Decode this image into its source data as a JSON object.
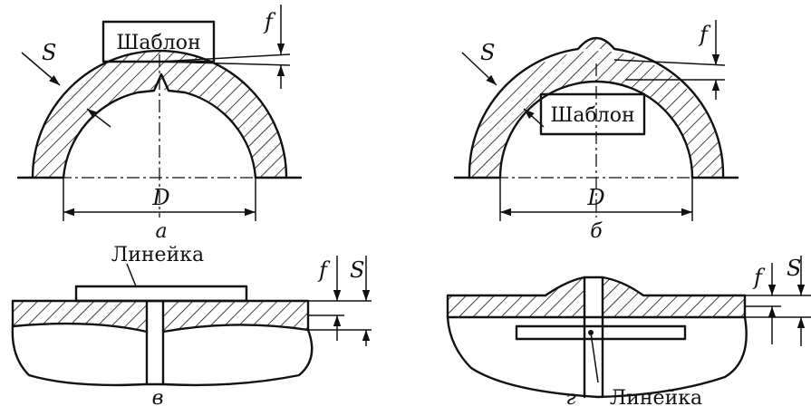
{
  "figure": {
    "panel_a": {
      "caption": "а",
      "template_label": "Шаблон",
      "dim_thickness": "S",
      "dim_diameter": "D",
      "dim_deviation": "f"
    },
    "panel_b": {
      "caption": "б",
      "template_label": "Шаблон",
      "dim_thickness": "S",
      "dim_diameter": "D",
      "dim_deviation": "f"
    },
    "panel_v": {
      "caption": "в",
      "ruler_label": "Линейка",
      "dim_deviation": "f",
      "dim_thickness": "S"
    },
    "panel_g": {
      "caption": "г",
      "ruler_label": "Линейка",
      "dim_deviation": "f",
      "dim_thickness": "S"
    }
  },
  "colors": {
    "ink": "#111111",
    "background": "#ffffff"
  }
}
